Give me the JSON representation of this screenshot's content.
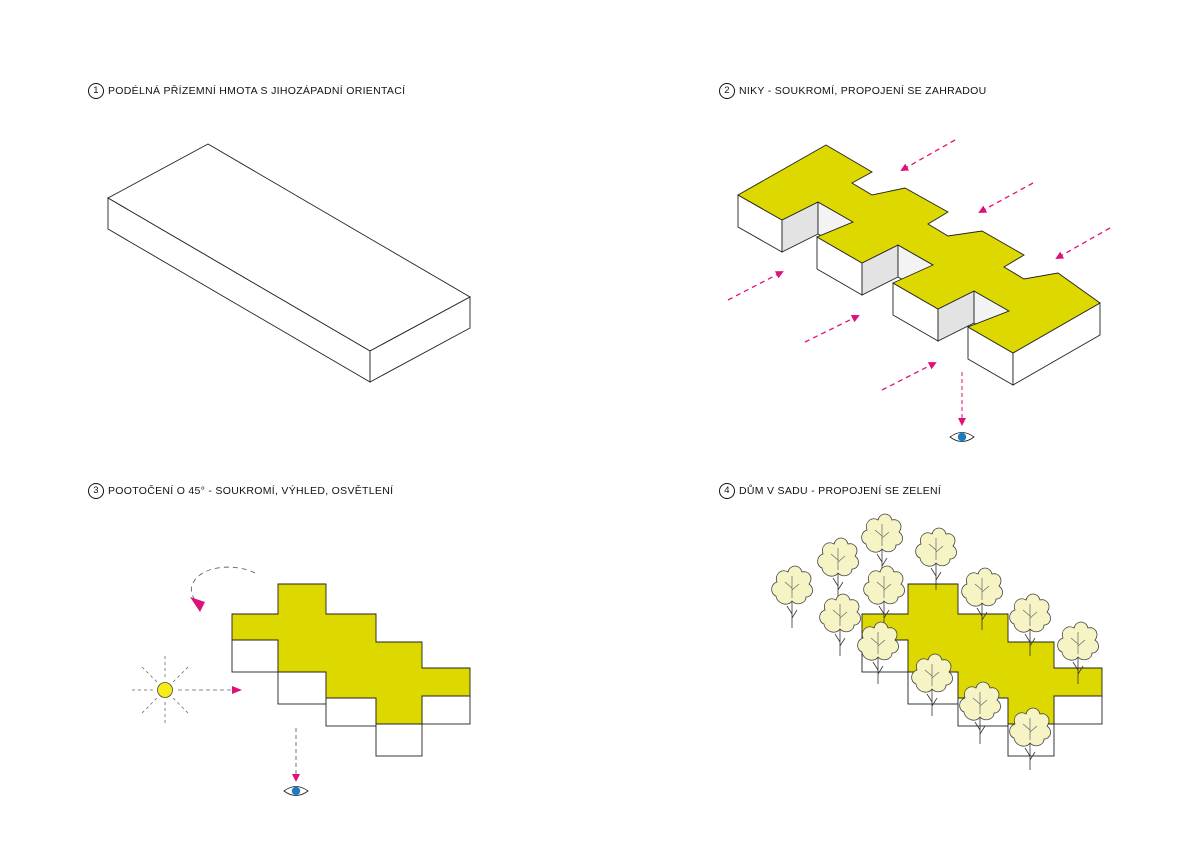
{
  "colors": {
    "accent_yellow": "#dcd800",
    "arrow_magenta": "#e0107a",
    "eye_blue": "#1d7bc4",
    "sun_yellow": "#f7ec1a",
    "tree_fill": "#f6f3c4"
  },
  "panels": [
    {
      "number": "1",
      "title": "PODÉLNÁ PŘÍZEMNÍ HMOTA S JIHOZÁPADNÍ ORIENTACÍ"
    },
    {
      "number": "2",
      "title": "NIKY - SOUKROMÍ, PROPOJENÍ SE ZAHRADOU"
    },
    {
      "number": "3",
      "title": "POOTOČENÍ O 45° - SOUKROMÍ, VÝHLED, OSVĚTLENÍ"
    },
    {
      "number": "4",
      "title": "DŮM V SADU - PROPOJENÍ SE ZELENÍ"
    }
  ]
}
